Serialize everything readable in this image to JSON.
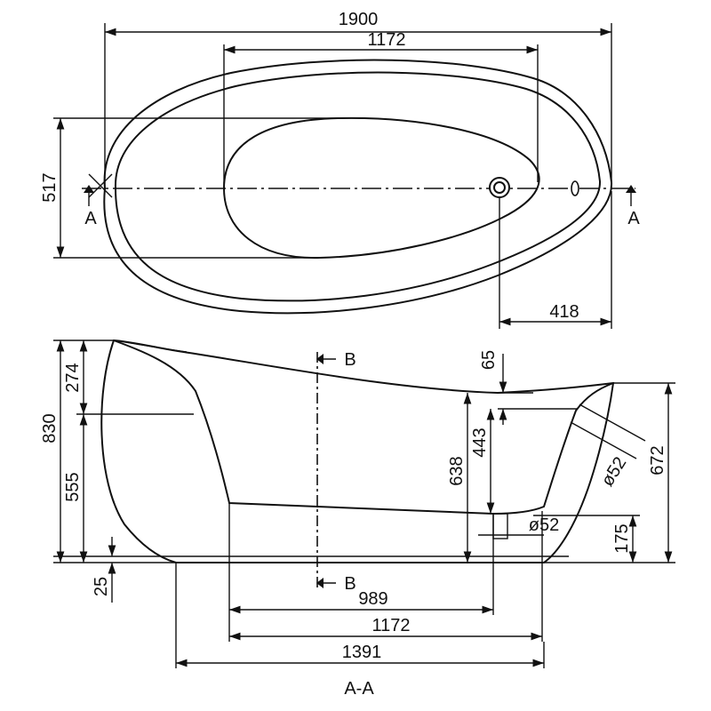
{
  "top_view": {
    "dim_overall_length": "1900",
    "dim_inner_length": "1172",
    "dim_width": "517",
    "dim_drain_offset": "418",
    "section_mark_left": "A",
    "section_mark_right": "A"
  },
  "section_view": {
    "dim_total_height": "830",
    "dim_rim_drop": "274",
    "dim_lower_height": "555",
    "dim_foot_height": "25",
    "dim_overflow_top": "65",
    "dim_overflow_to_floor": "443",
    "dim_inner_depth": "638",
    "dim_outlet_height": "175",
    "dim_right_height": "672",
    "dim_overflow_diameter": "ø52",
    "dim_drain_diameter": "ø52",
    "dim_floor_length": "989",
    "dim_inner_bottom_length": "1172",
    "dim_base_length": "1391",
    "section_mark_top": "B",
    "section_mark_bottom": "B",
    "section_title": "A-A"
  }
}
